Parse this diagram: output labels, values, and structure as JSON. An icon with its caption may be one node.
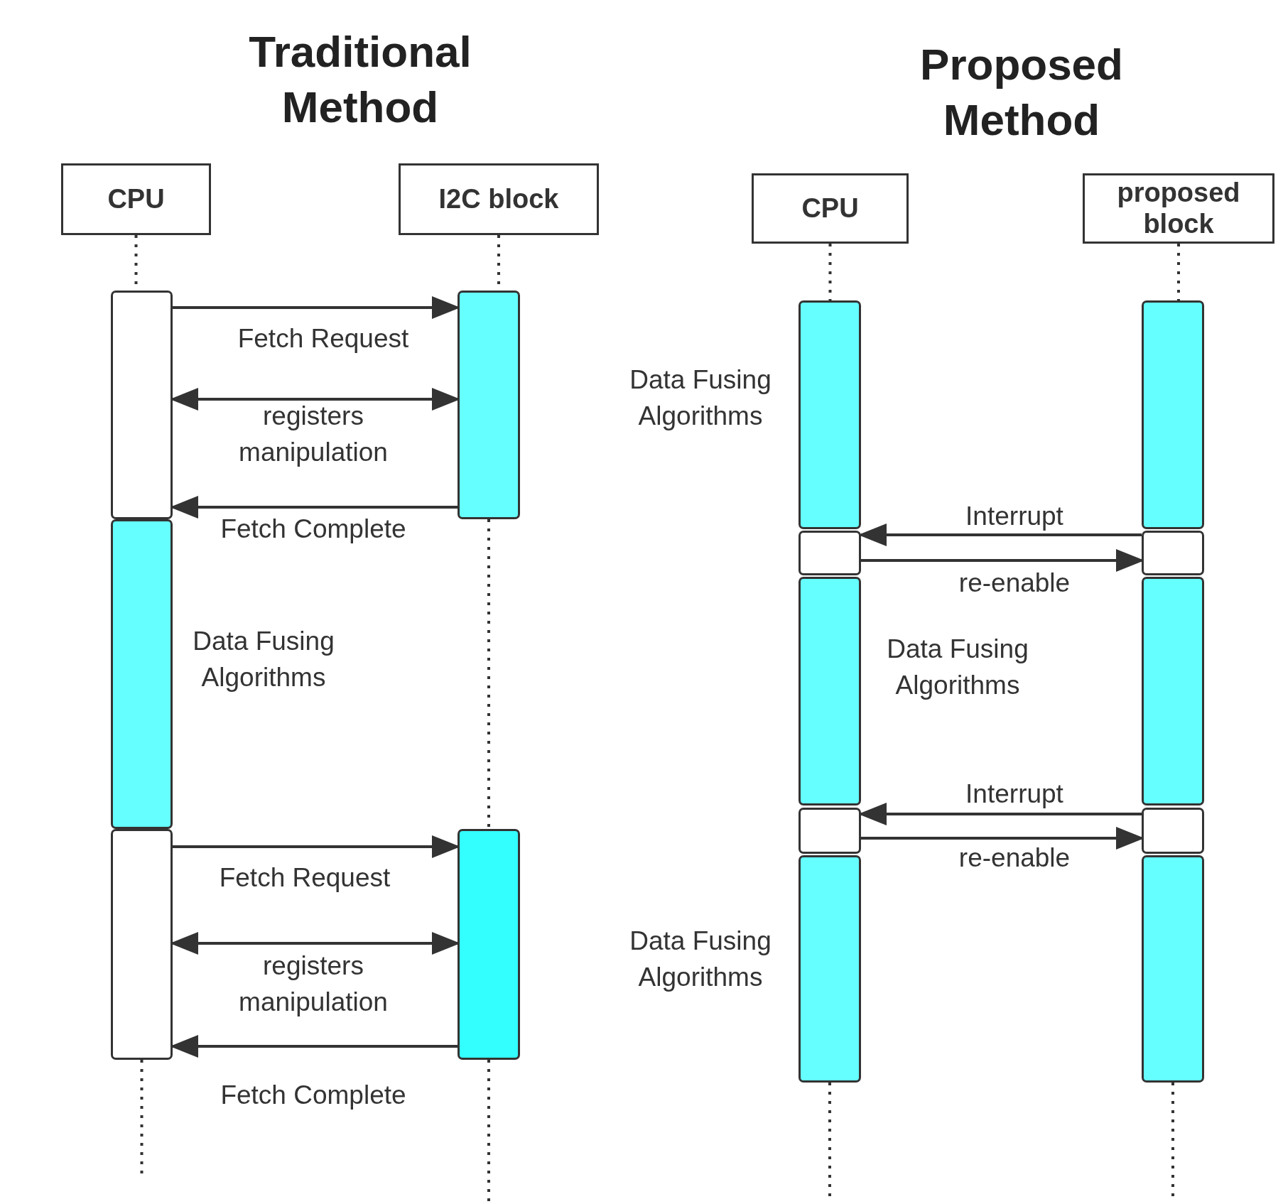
{
  "diagram": {
    "nodes": [
      {
        "text": [
          "CPU"
        ]
      },
      {
        "text": [
          "I2C block"
        ]
      },
      {
        "text": [
          "CPU"
        ]
      },
      {
        "text": [
          "proposed block"
        ]
      },
      {
        "text": [],
        "shape": "bar"
      },
      {
        "text": [],
        "shape": "bar"
      },
      {
        "text": [],
        "shape": "bar"
      },
      {
        "text": [],
        "shape": "bar"
      },
      {
        "text": [],
        "shape": "bar"
      },
      {
        "text": [],
        "shape": "bar"
      },
      {
        "text": [],
        "shape": "bar"
      },
      {
        "text": [],
        "shape": "bar"
      },
      {
        "text": [],
        "shape": "bar"
      },
      {
        "text": [],
        "shape": "bar"
      },
      {
        "text": [],
        "shape": "bar"
      },
      {
        "text": [],
        "shape": "bar"
      },
      {
        "text": [],
        "shape": "bar"
      },
      {
        "text": [],
        "shape": "bar"
      },
      {
        "text": [],
        "shape": "bar"
      }
    ],
    "edges": [
      {
        "from": 0,
        "to": 4,
        "arrow": "none",
        "style": "dashed"
      },
      {
        "from": 6,
        "to": null,
        "arrow": "none",
        "style": "dashed"
      },
      {
        "from": 1,
        "to": 7,
        "arrow": "none",
        "style": "dashed"
      },
      {
        "from": 7,
        "to": 8,
        "arrow": "none",
        "style": "dashed"
      },
      {
        "from": 8,
        "to": null,
        "arrow": "none",
        "style": "dashed"
      },
      {
        "from": 2,
        "to": 9,
        "arrow": "none",
        "style": "dashed"
      },
      {
        "from": 13,
        "to": null,
        "arrow": "none",
        "style": "dashed"
      },
      {
        "from": 3,
        "to": 14,
        "arrow": "none",
        "style": "dashed"
      },
      {
        "from": 18,
        "to": null,
        "arrow": "none",
        "style": "dashed"
      },
      {
        "from": 4,
        "to": 7,
        "arrow": "to",
        "label": "Fetch Request"
      },
      {
        "from": 4,
        "to": 7,
        "arrow": "both",
        "label": "registers manipulation"
      },
      {
        "from": 7,
        "to": 4,
        "arrow": "to",
        "label": "Fetch Complete"
      },
      {
        "from": 6,
        "to": 8,
        "arrow": "to",
        "label": "Fetch Request"
      },
      {
        "from": 6,
        "to": 8,
        "arrow": "both",
        "label": "registers manipulation"
      },
      {
        "from": 8,
        "to": 6,
        "arrow": "to",
        "label": "Fetch Complete"
      },
      {
        "from": 15,
        "to": 10,
        "arrow": "to",
        "label": "Interrupt"
      },
      {
        "from": 10,
        "to": 15,
        "arrow": "to",
        "label": "re-enable"
      },
      {
        "from": 17,
        "to": 12,
        "arrow": "to",
        "label": "Interrupt"
      },
      {
        "from": 12,
        "to": 17,
        "arrow": "to",
        "label": "re-enable"
      }
    ],
    "labels": [
      "Traditional Method",
      "Proposed Method",
      "Data Fusing Algorithms",
      "Data Fusing Algorithms",
      "Data Fusing Algorithms",
      "Data Fusing Algorithms"
    ]
  }
}
